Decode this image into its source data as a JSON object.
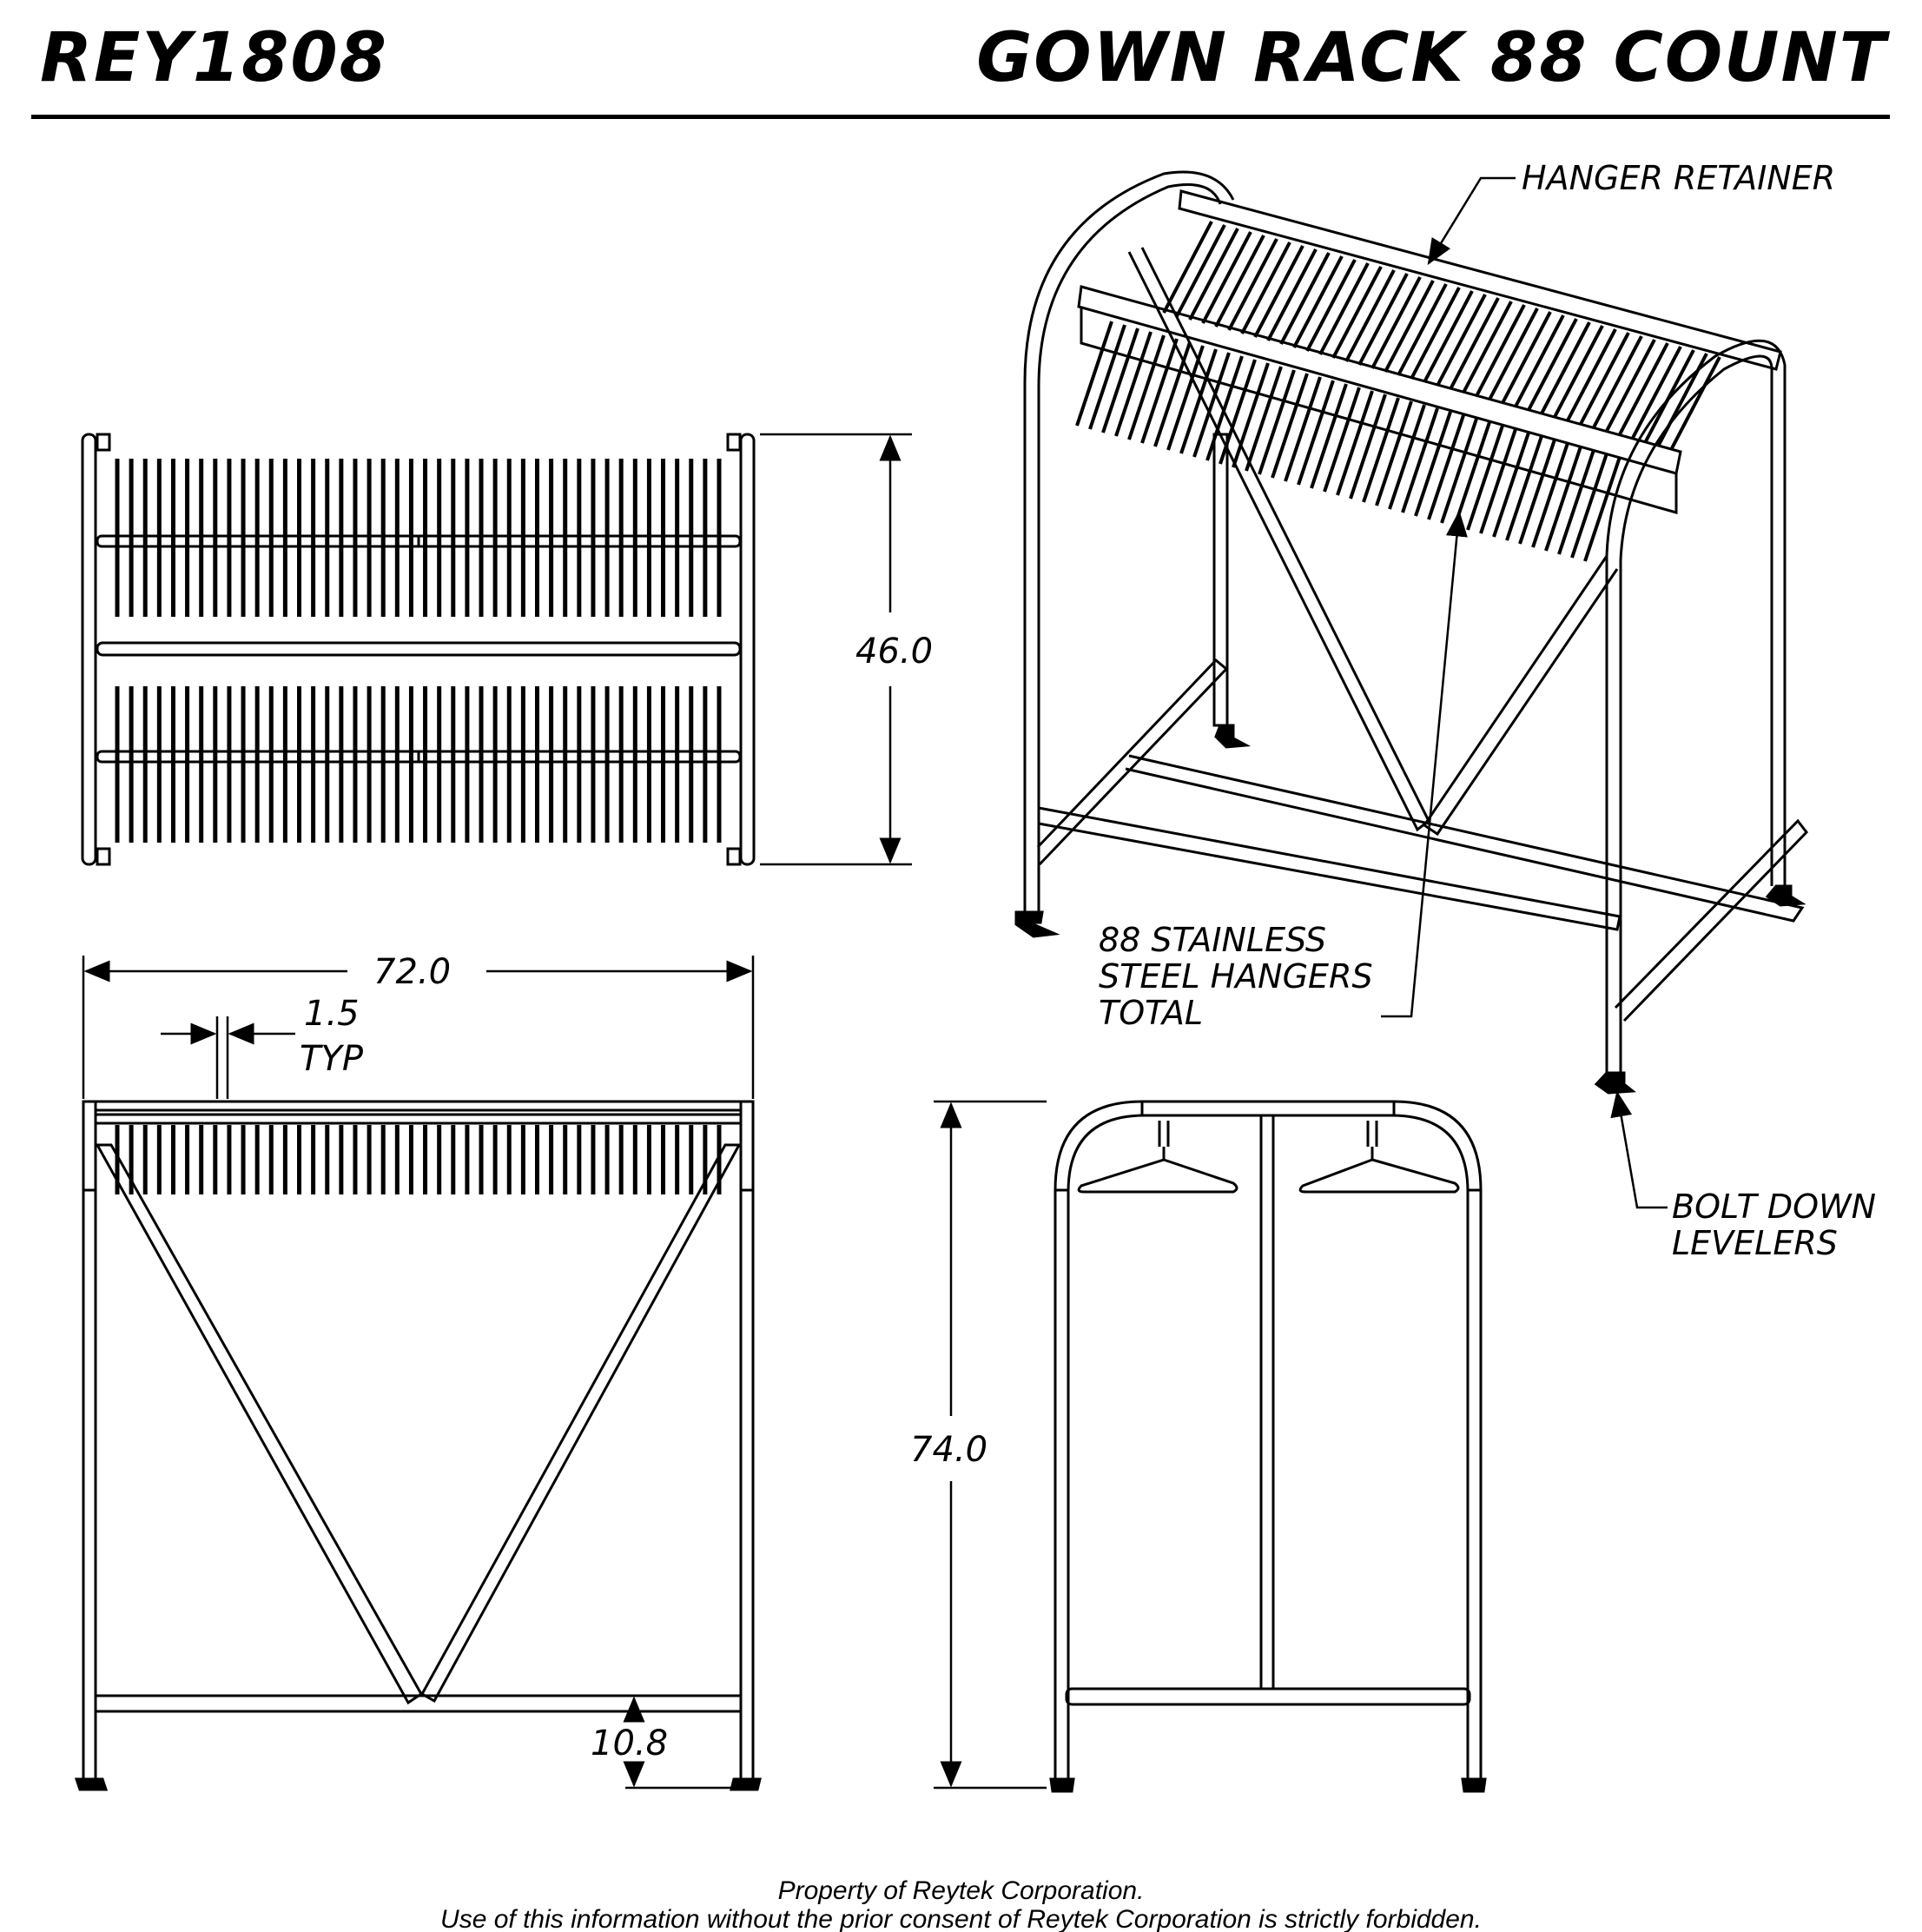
{
  "header": {
    "part_number": "REY1808",
    "title": "GOWN RACK 88 COUNT"
  },
  "dimensions": {
    "depth": "46.0",
    "width": "72.0",
    "hanger_spacing": "1.5",
    "hanger_spacing_note": "TYP",
    "bottom_rail_height": "10.8",
    "overall_height": "74.0"
  },
  "callouts": {
    "hanger_retainer": "HANGER RETAINER",
    "hangers": [
      "88 STAINLESS",
      "STEEL HANGERS",
      "TOTAL"
    ],
    "levelers": [
      "BOLT DOWN",
      "LEVELERS"
    ]
  },
  "footer": {
    "line1": "Property of Reytek Corporation.",
    "line2": "Use of this information without the prior consent of Reytek Corporation is strictly forbidden."
  },
  "colors": {
    "ink": "#000000",
    "paper": "#ffffff"
  }
}
